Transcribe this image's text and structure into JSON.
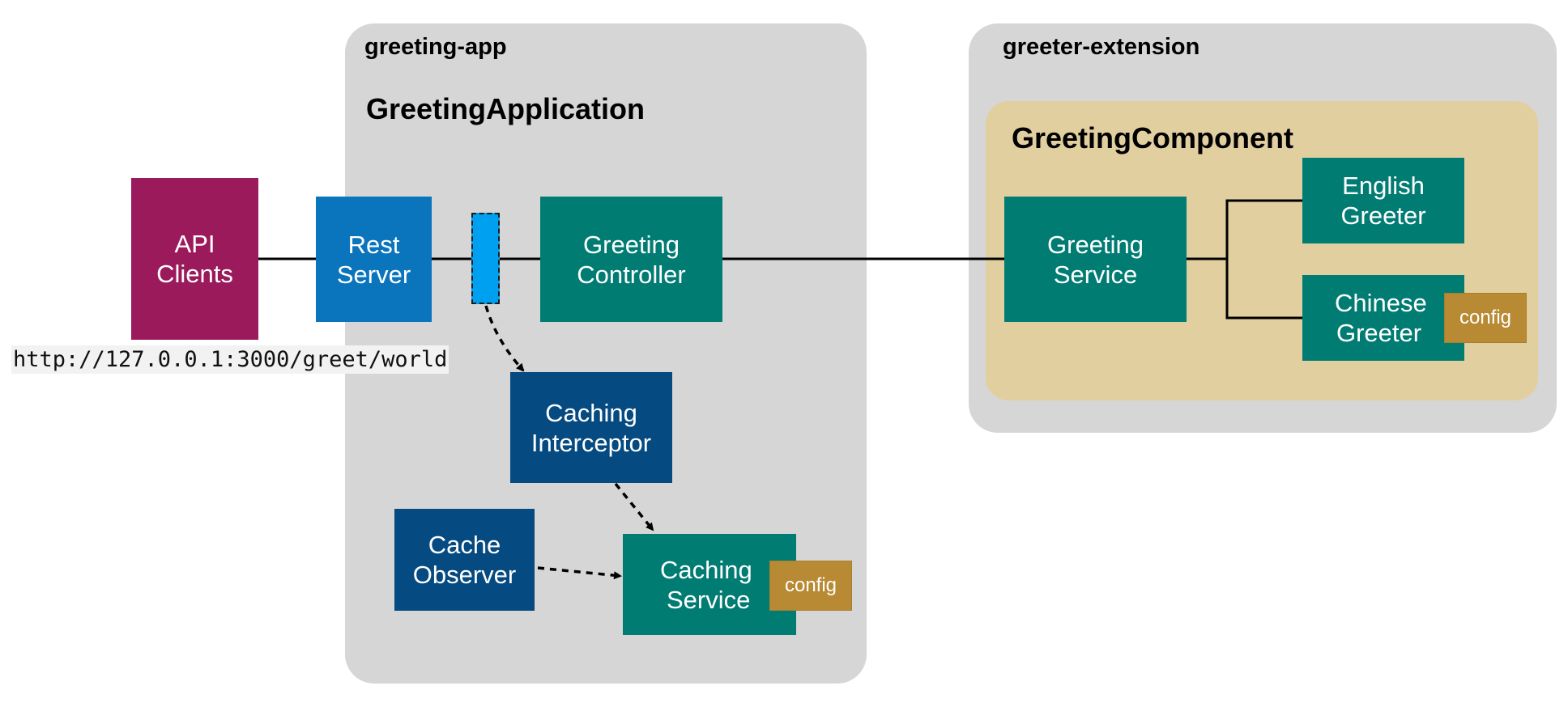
{
  "colors": {
    "group_bg": "#d6d6d6",
    "component_bg": "#e2cfa0",
    "api_clients": "#9a1a5c",
    "rest_server": "#0a74bd",
    "teal": "#017c73",
    "navy": "#054a80",
    "config": "#b88a33",
    "interceptor_marker": "#00a0f0"
  },
  "api_clients": {
    "line1": "API",
    "line2": "Clients"
  },
  "url": "http://127.0.0.1:3000/greet/world",
  "greeting_app": {
    "title": "greeting-app",
    "app_title": "GreetingApplication",
    "rest_server": {
      "line1": "Rest",
      "line2": "Server"
    },
    "greeting_controller": {
      "line1": "Greeting",
      "line2": "Controller"
    },
    "caching_interceptor": {
      "line1": "Caching",
      "line2": "Interceptor"
    },
    "cache_observer": {
      "line1": "Cache",
      "line2": "Observer"
    },
    "caching_service": {
      "line1": "Caching",
      "line2": "Service",
      "config": "config"
    }
  },
  "greeter_extension": {
    "title": "greeter-extension",
    "component_title": "GreetingComponent",
    "greeting_service": {
      "line1": "Greeting",
      "line2": "Service"
    },
    "english_greeter": {
      "line1": "English",
      "line2": "Greeter"
    },
    "chinese_greeter": {
      "line1": "Chinese",
      "line2": "Greeter",
      "config": "config"
    }
  }
}
